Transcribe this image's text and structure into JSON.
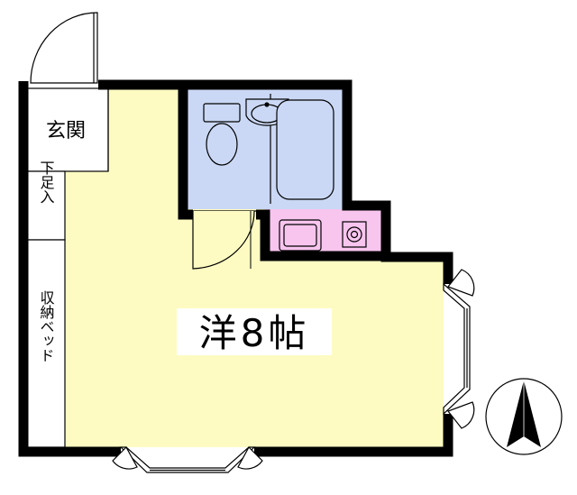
{
  "labels": {
    "entrance": "玄関",
    "shoe_box": "下足入",
    "storage_bed": "収納ベッド",
    "room": "洋8帖"
  },
  "colors": {
    "room_fill": "#fdfbc2",
    "bath_fill": "#cad8f5",
    "kitchen_fill": "#f7c5ee",
    "wall": "#000000",
    "background": "#ffffff"
  },
  "icons": [
    "door-swing-icon",
    "toilet-icon",
    "sink-icon",
    "bathtub-icon",
    "kitchen-sink-icon",
    "stove-icon",
    "window-icon",
    "north-arrow-icon"
  ]
}
